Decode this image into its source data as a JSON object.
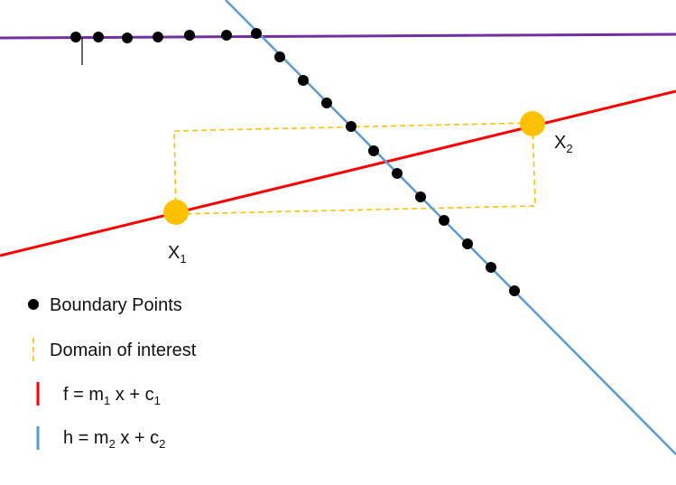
{
  "colors": {
    "purple_line": "#7030a0",
    "red_line": "#ff0000",
    "blue_line": "#5b9bd5",
    "domain_dash": "#ffc000",
    "domain_points": "#ffc000",
    "boundary_points": "#000000"
  },
  "points": {
    "x1": {
      "base": "X",
      "sub": "1"
    },
    "x2": {
      "base": "X",
      "sub": "2"
    }
  },
  "legend": {
    "boundary_points": "Boundary Points",
    "domain_of_interest": "Domain of interest",
    "f_equation": {
      "pre": "f = m",
      "sub1": "1",
      "mid": " x + c",
      "sub2": "1"
    },
    "h_equation": {
      "pre": "h = m",
      "sub1": "2",
      "mid": " x + c",
      "sub2": "2"
    }
  }
}
